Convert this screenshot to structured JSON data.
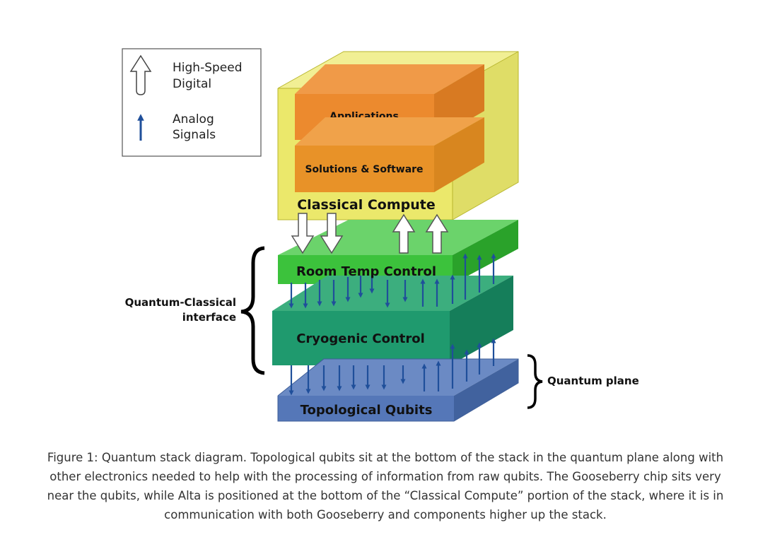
{
  "legend": {
    "digital_label_line1": "High-Speed",
    "digital_label_line2": "Digital",
    "analog_label_line1": "Analog",
    "analog_label_line2": "Signals"
  },
  "layers": {
    "applications": "Applications",
    "solutions": "Solutions & Software",
    "classical_compute": "Classical Compute",
    "room_temp": "Room Temp Control",
    "cryogenic": "Cryogenic Control",
    "qubits": "Topological Qubits"
  },
  "braces": {
    "interface_line1": "Quantum-Classical",
    "interface_line2": "interface",
    "quantum_plane": "Quantum plane"
  },
  "caption": "Figure 1: Quantum stack diagram. Topological qubits sit at the bottom of the stack in the quantum plane along with other electronics needed to help with the processing of information from raw qubits. The Gooseberry chip sits very near the qubits, while Alta is positioned at the bottom of the “Classical Compute” portion of the stack, where it is in communication with both Gooseberry and components higher up the stack.",
  "colors": {
    "classical": "#e6e34a",
    "orange": "#ec8a2e",
    "room_temp": "#3cc23c",
    "cryogenic": "#1f9a6e",
    "qubits": "#5577b8",
    "analog_arrow": "#1f4f9a"
  }
}
